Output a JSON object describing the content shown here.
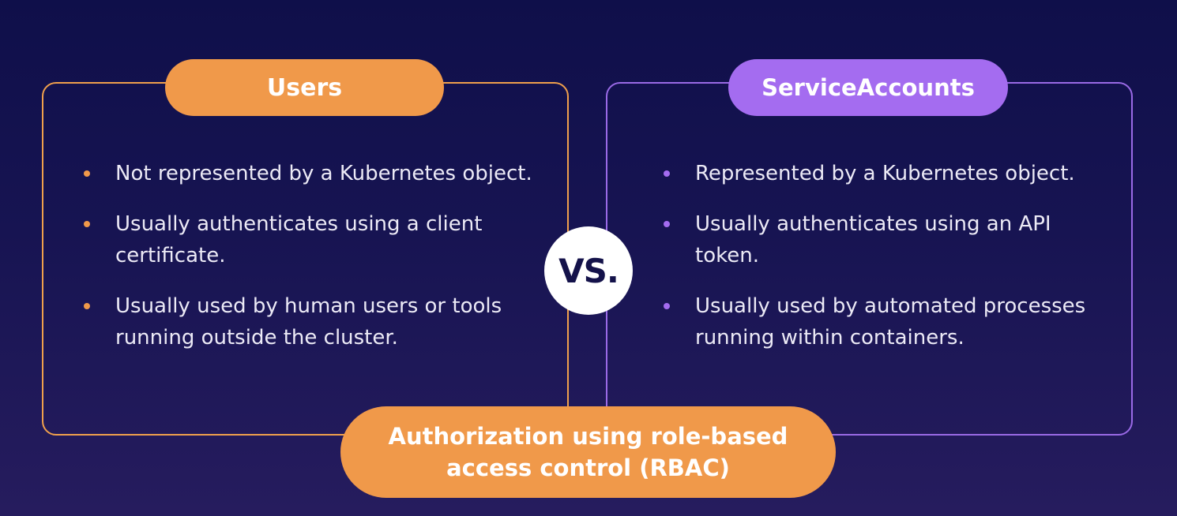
{
  "users": {
    "title": "Users",
    "accent": "#f0994a",
    "items": [
      "Not represented by a Kubernetes object.",
      "Usually authenticates using a client certificate.",
      "Usually used by human users or tools running outside the cluster."
    ]
  },
  "vs_label": "VS.",
  "service_accounts": {
    "title": "ServiceAccounts",
    "accent": "#a46cf0",
    "items": [
      "Represented by a Kubernetes object.",
      "Usually authenticates using an API token.",
      "Usually used by automated processes running within containers."
    ]
  },
  "shared": {
    "label": "Authorization using role-based access control (RBAC)"
  }
}
